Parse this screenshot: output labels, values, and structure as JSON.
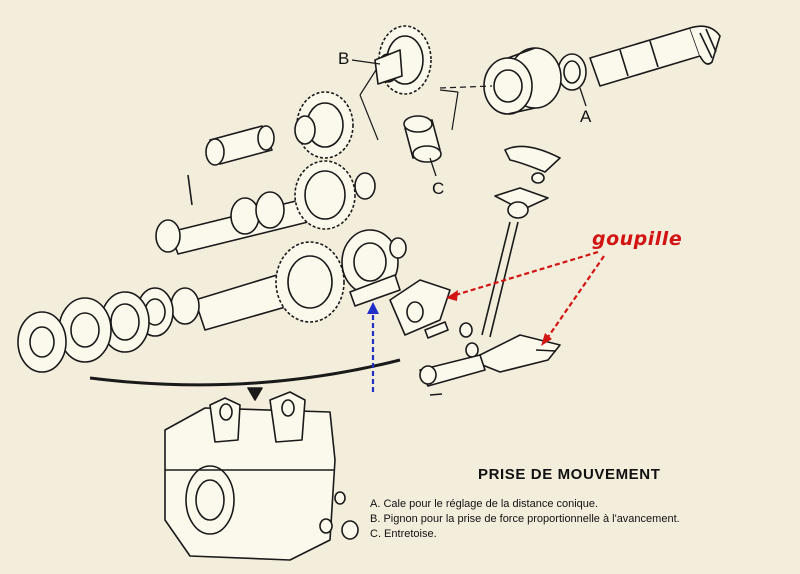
{
  "callouts": {
    "a": "A",
    "b": "B",
    "c": "C"
  },
  "annotation": {
    "text": "goupille",
    "color": "#d21414"
  },
  "arrow_colors": {
    "red": "#d21414",
    "blue": "#1f2fc8"
  },
  "legend": {
    "title": "PRISE DE MOUVEMENT",
    "items": [
      "A. Cale pour le réglage de la distance conique.",
      "B. Pignon pour la prise de force proportionnelle à l'avancement.",
      "C. Entretoise."
    ]
  }
}
